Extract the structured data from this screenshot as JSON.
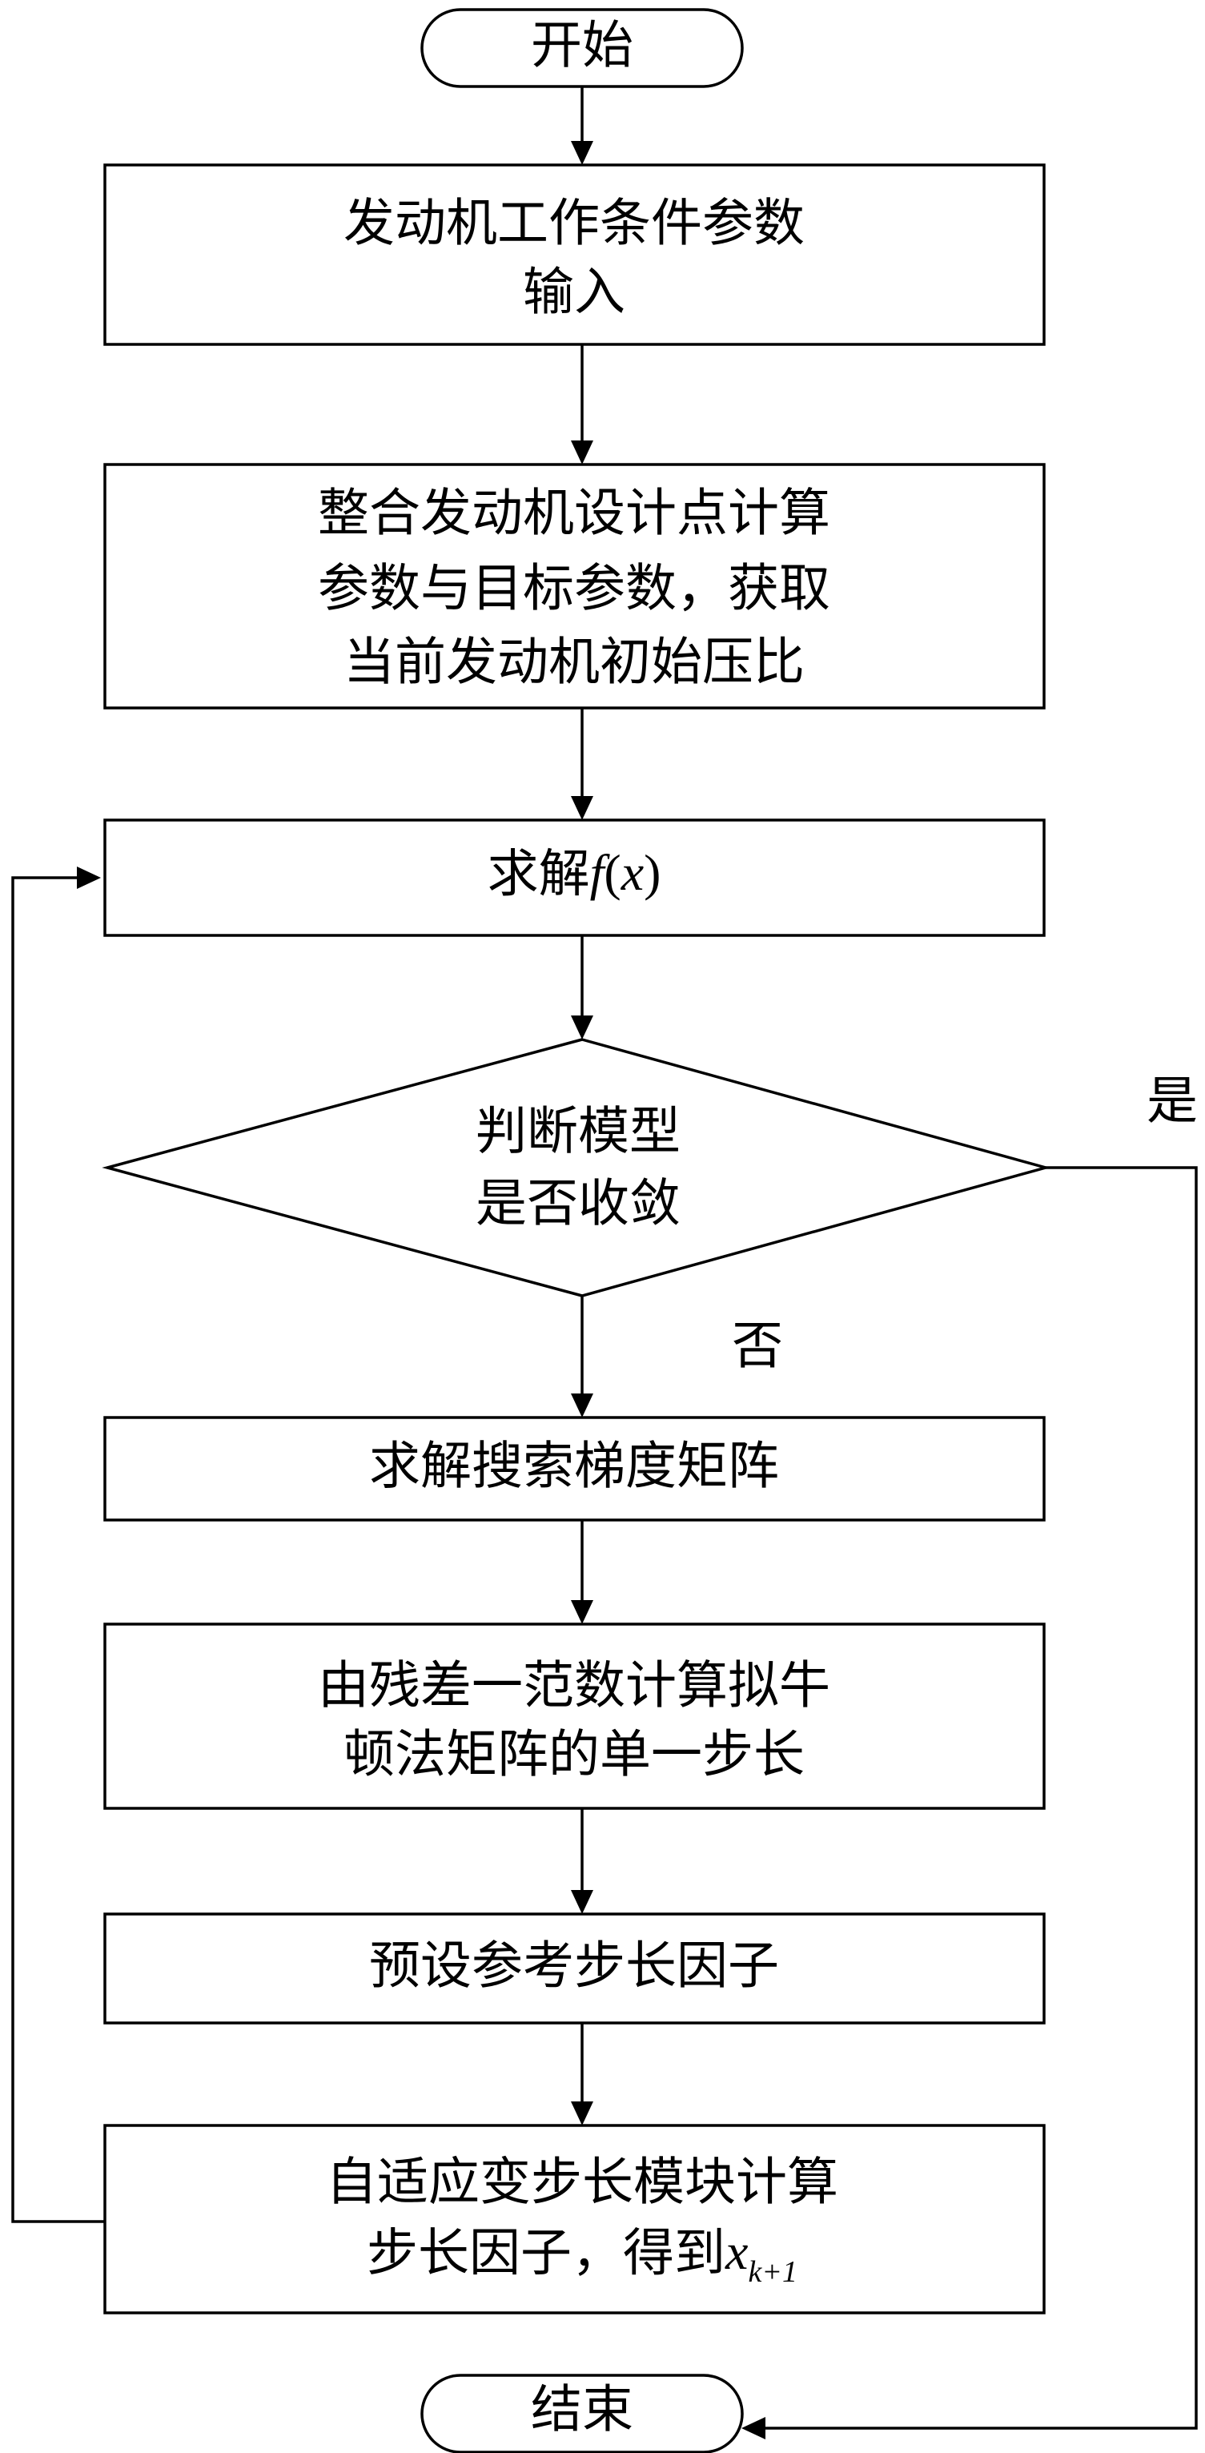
{
  "nodes": {
    "start": {
      "label": "开始"
    },
    "input": {
      "lines": [
        "发动机工作条件参数",
        "输入"
      ]
    },
    "integrate": {
      "lines": [
        "整合发动机设计点计算",
        "参数与目标参数，获取",
        "当前发动机初始压比"
      ]
    },
    "solve": {
      "prefix": "求解",
      "func": "f",
      "paren_open": "(",
      "var": "x",
      "paren_close": ")"
    },
    "decision": {
      "lines": [
        "判断模型",
        "是否收敛"
      ]
    },
    "gradient": {
      "label": "求解搜索梯度矩阵"
    },
    "step": {
      "lines": [
        "由残差一范数计算拟牛",
        "顿法矩阵的单一步长"
      ]
    },
    "preset": {
      "label": "预设参考步长因子"
    },
    "adaptive": {
      "line1": "自适应变步长模块计算",
      "line2_prefix": "步长因子，得到",
      "var": "x",
      "subscript": "k+1"
    },
    "end": {
      "label": "结束"
    }
  },
  "edge_labels": {
    "yes": "是",
    "no": "否"
  }
}
